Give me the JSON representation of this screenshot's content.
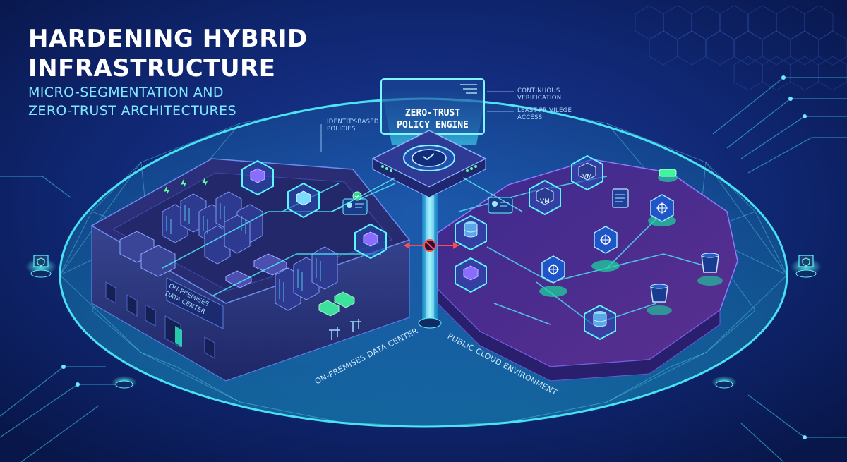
{
  "header": {
    "title_lines": [
      "HARDENING HYBRID",
      "INFRASTRUCTURE"
    ],
    "subtitle_lines": [
      "MICRO-SEGMENTATION AND",
      "ZERO-TRUST ARCHITECTURES"
    ]
  },
  "policy_engine": {
    "label_lines": [
      "ZERO-TRUST",
      "POLICY ENGINE"
    ]
  },
  "callouts": {
    "identity_policies": [
      "IDENTITY-BASED",
      "POLICIES"
    ],
    "continuous_verification": [
      "CONTINUOUS",
      "VERIFICATION"
    ],
    "least_privilege": [
      "LEAST-PRIVILEGE",
      "ACCESS"
    ]
  },
  "zones": {
    "on_prem": "ON-PREMISES DATA CENTER",
    "on_prem_wall_lines": [
      "ON-PREMISES",
      "DATA CENTER"
    ],
    "cloud": "PUBLIC CLOUD ENVIRONMENT"
  },
  "icons": {
    "vm_label": "VM"
  },
  "colors": {
    "background": "#0b1d5a",
    "accent_cyan": "#39e6ff",
    "accent_green": "#5cff9c",
    "blocked_red": "#ff3b3b",
    "platform_purple": "#3b2c8f"
  }
}
